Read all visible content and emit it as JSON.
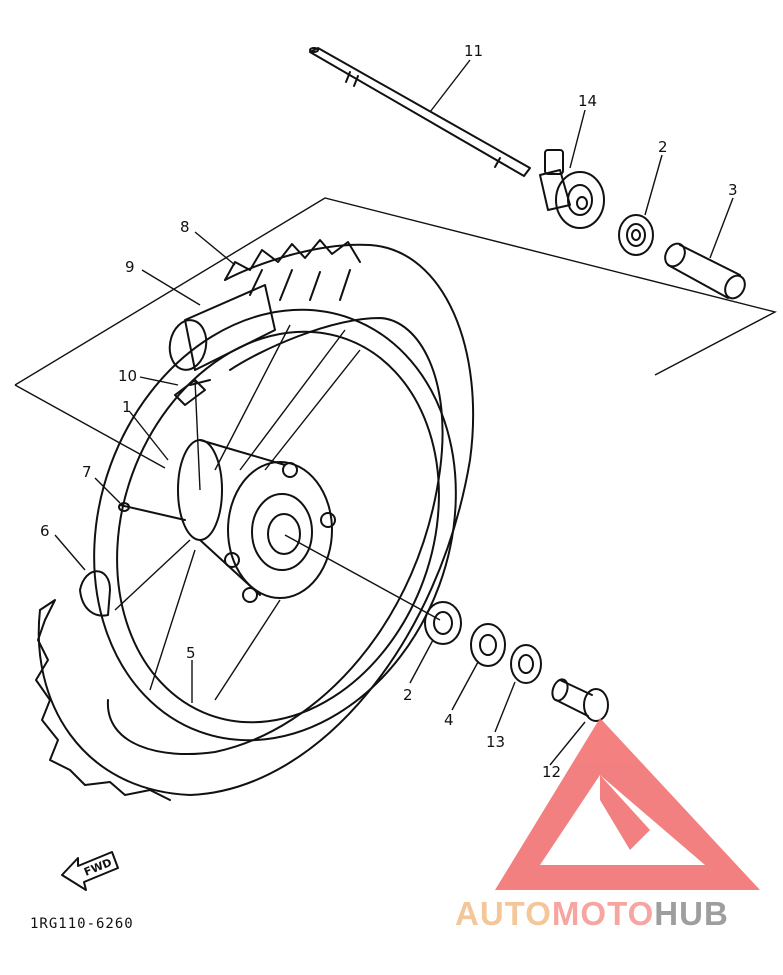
{
  "diagram": {
    "drawing_code": "1RG110-6260",
    "fwd_label": "FWD",
    "callouts": [
      {
        "label": "11",
        "part": "front-axle"
      },
      {
        "label": "14",
        "part": "speedometer-gear-unit"
      },
      {
        "label": "2",
        "part": "bearing-right"
      },
      {
        "label": "3",
        "part": "spacer-long"
      },
      {
        "label": "8",
        "part": "tire"
      },
      {
        "label": "9",
        "part": "tube"
      },
      {
        "label": "10",
        "part": "valve"
      },
      {
        "label": "1",
        "part": "hub"
      },
      {
        "label": "7",
        "part": "spoke-nipple"
      },
      {
        "label": "6",
        "part": "rim-band"
      },
      {
        "label": "5",
        "part": "spoke-set"
      },
      {
        "label": "2",
        "part": "bearing-left"
      },
      {
        "label": "4",
        "part": "oil-seal"
      },
      {
        "label": "13",
        "part": "collar"
      },
      {
        "label": "12",
        "part": "spacer-short"
      }
    ]
  },
  "watermark": {
    "text_part1": "AUTO",
    "text_part2": "MOTO",
    "text_part3": "HUB",
    "color1": "#F4C79A",
    "color2": "#F6A5A0",
    "color3": "#9E9E9E",
    "logo_color": "#F26A6A"
  }
}
